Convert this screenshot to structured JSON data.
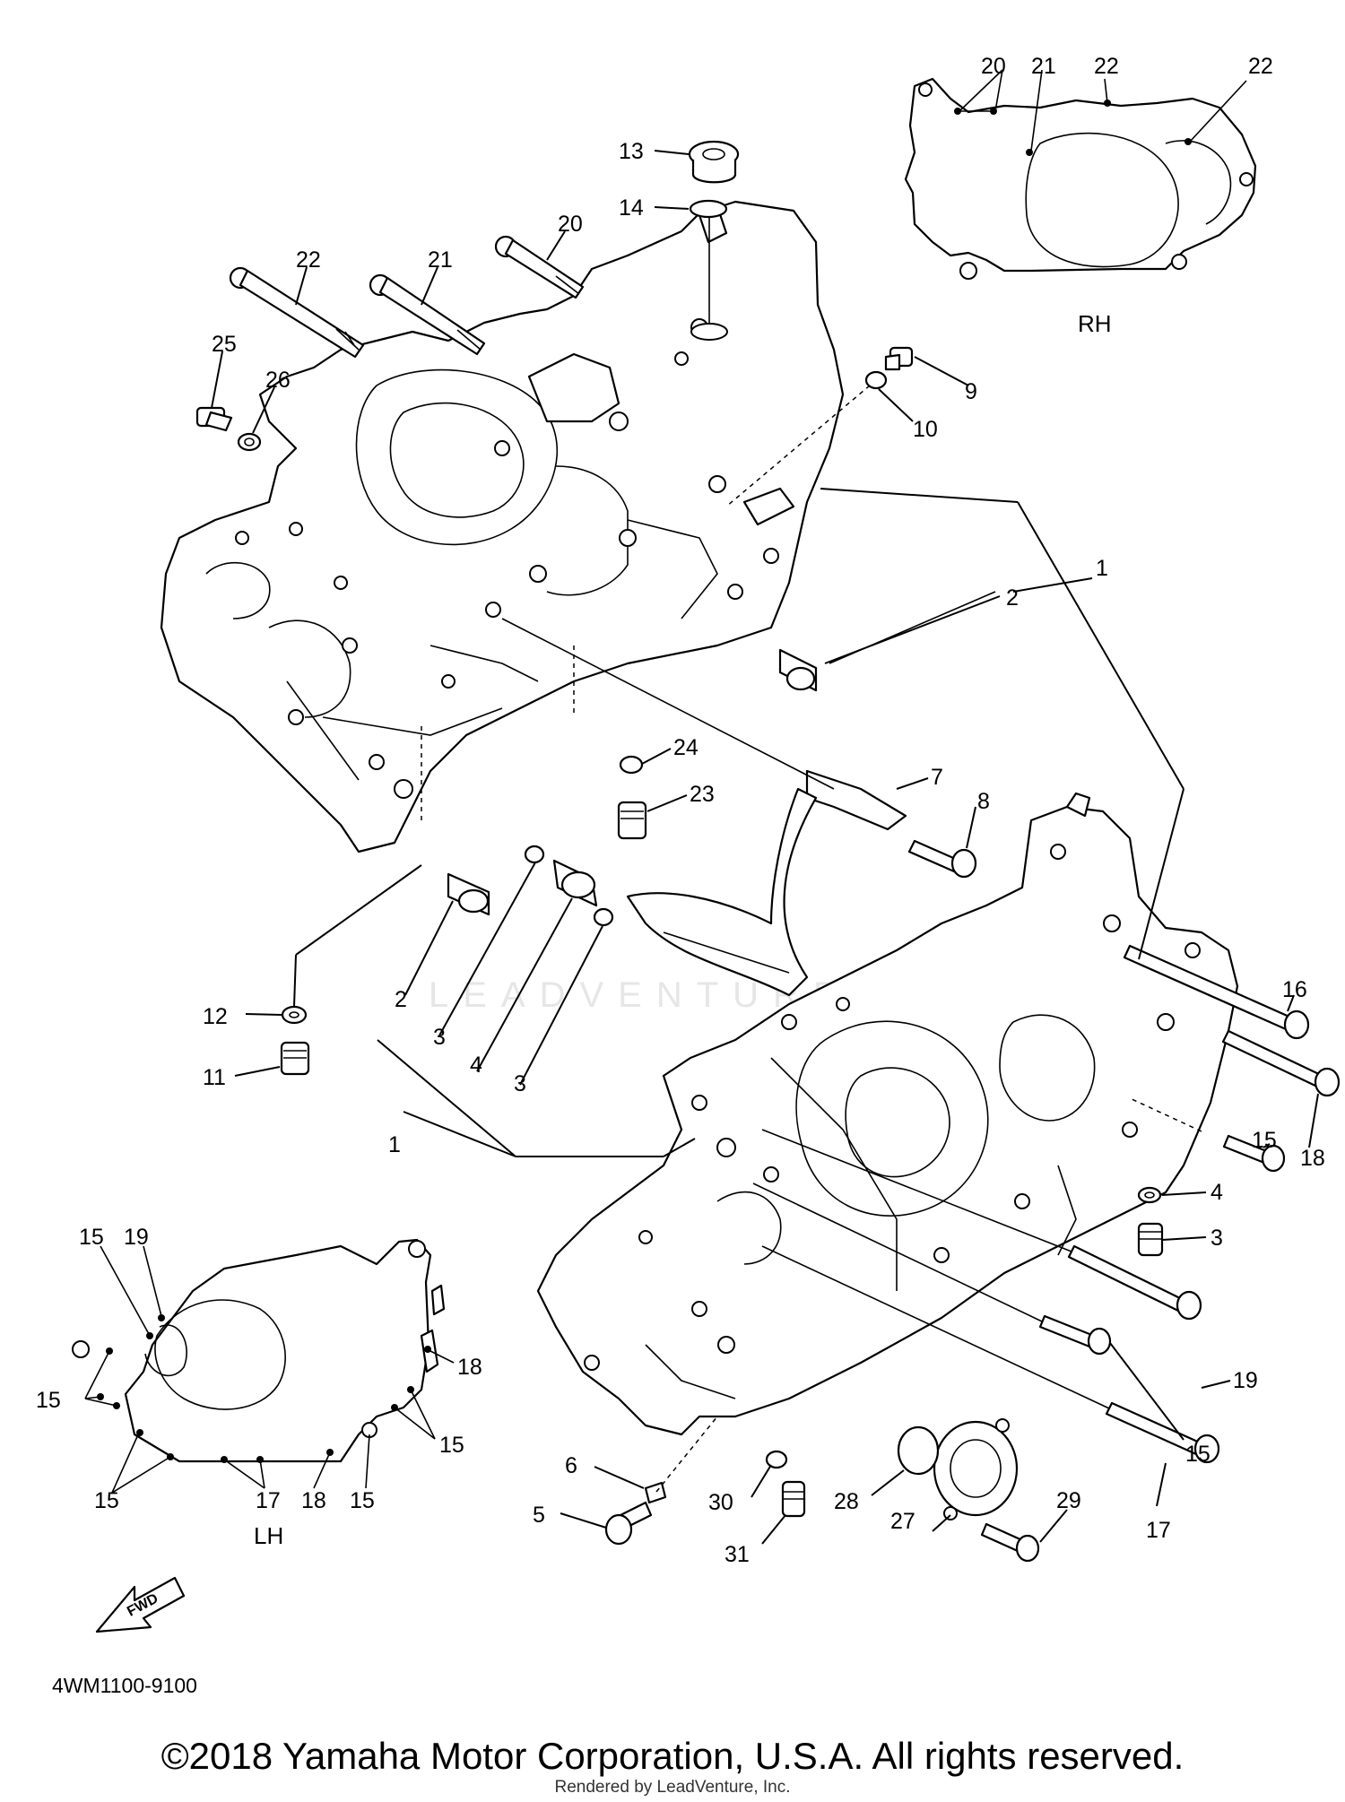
{
  "diagram": {
    "part_code": "4WM1100-9100",
    "copyright": "©2018 Yamaha Motor Corporation, U.S.A. All rights reserved.",
    "rendered_by": "Rendered by LeadVenture, Inc.",
    "watermark": "LEADVENTURE",
    "views": {
      "rh": "RH",
      "lh": "LH"
    },
    "fwd_label": "FWD",
    "callouts": [
      "1",
      "2",
      "3",
      "4",
      "5",
      "6",
      "7",
      "8",
      "9",
      "10",
      "11",
      "12",
      "13",
      "14",
      "15",
      "16",
      "17",
      "18",
      "19",
      "20",
      "21",
      "22",
      "23",
      "24",
      "25",
      "26",
      "27",
      "28",
      "29",
      "30",
      "31"
    ]
  }
}
